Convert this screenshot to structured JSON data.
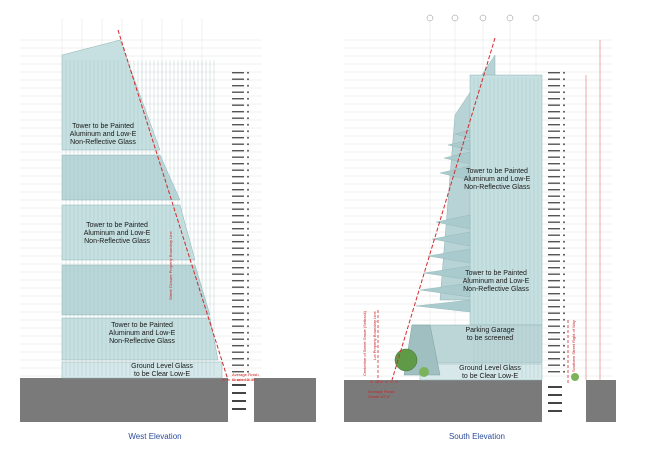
{
  "views": {
    "west": {
      "caption": "West Elevation",
      "notes": [
        "Tower to be Painted\nAluminum and Low-E\nNon-Reflective Glass",
        "Tower to be Painted\nAluminum and Low-E\nNon-Reflective Glass",
        "Tower to be Painted\nAluminum and Low-E\nNon-Reflective Glass",
        "Ground Level Glass\nto be Clear Low-E"
      ],
      "red_labels": {
        "property_line": "Street Closure Property Boundary Line",
        "grade": "Average Finish\nGrade 40'-0\""
      }
    },
    "south": {
      "caption": "South Elevation",
      "notes": [
        "Tower to be Painted\nAluminum and Low-E\nNon-Reflective Glass",
        "Tower to be Painted\nAluminum and Low-E\nNon-Reflective Glass",
        "Parking Garage\nto be screened",
        "Ground Level Glass\nto be Clear Low-E"
      ],
      "red_labels": {
        "left_line": "Centerline of Street Grade (Setback)",
        "property_line": "Lot Property Boundary Line",
        "row_line": "Southern Street Right of Way",
        "grade": "Average Finish\nGrade 40'-0\""
      }
    }
  },
  "colors": {
    "tower_fill": "#c6dfe0",
    "tower_line": "#8fb2b4",
    "ground": "#7a7a7a",
    "red": "#d22b2b",
    "caption": "#2b4c9a"
  }
}
